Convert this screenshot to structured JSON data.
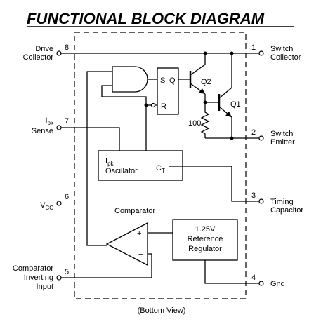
{
  "title": "FUNCTIONAL BLOCK DIAGRAM",
  "footer": "(Bottom View)",
  "pins": {
    "p1": {
      "num": "1",
      "l1": "Switch",
      "l2": "Collector"
    },
    "p2": {
      "num": "2",
      "l1": "Switch",
      "l2": "Emitter"
    },
    "p3": {
      "num": "3",
      "l1": "Timing",
      "l2": "Capacitor"
    },
    "p4": {
      "num": "4",
      "l1": "Gnd"
    },
    "p5": {
      "num": "5",
      "l1": "Comparator",
      "l2": "Inverting",
      "l3": "Input"
    },
    "p6": {
      "num": "6",
      "l1": "V",
      "sub": "CC"
    },
    "p7": {
      "num": "7",
      "l1": "I",
      "sub": "pk",
      "l2": "Sense"
    },
    "p8": {
      "num": "8",
      "l1": "Drive",
      "l2": "Collector"
    }
  },
  "blocks": {
    "osc": {
      "l1a": "I",
      "l1sub": "pk",
      "l2": "Oscillator",
      "ct": "C",
      "ctsub": "T"
    },
    "ref": {
      "l1": "1.25V",
      "l2": "Reference",
      "l3": "Regulator"
    },
    "ff": {
      "s": "S",
      "q": "Q",
      "r": "R"
    },
    "comparator": {
      "label": "Comparator",
      "plus": "+",
      "minus": "−"
    },
    "q1": "Q1",
    "q2": "Q2",
    "resistor": "100"
  }
}
